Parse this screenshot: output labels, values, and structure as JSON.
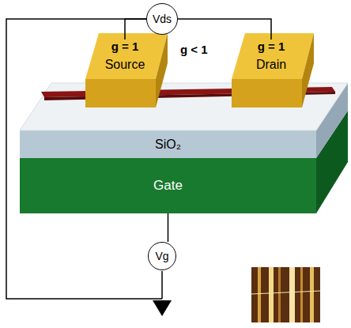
{
  "diagram": {
    "nodes": [
      {
        "text": [
          "Vds"
        ]
      },
      {
        "text": [
          "g = 1",
          "Source"
        ]
      },
      {
        "text": [
          "g = 1",
          "Drain"
        ]
      },
      {
        "text": [
          "SiO₂"
        ]
      },
      {
        "text": [
          "Gate"
        ]
      },
      {
        "text": [
          "Vg"
        ]
      }
    ],
    "edges": [
      {
        "from": 0,
        "to": 1,
        "arrow": "none"
      },
      {
        "from": 0,
        "to": 2,
        "arrow": "none"
      },
      {
        "from": 4,
        "to": 5,
        "arrow": "none"
      }
    ],
    "labels": [
      "g < 1"
    ]
  }
}
